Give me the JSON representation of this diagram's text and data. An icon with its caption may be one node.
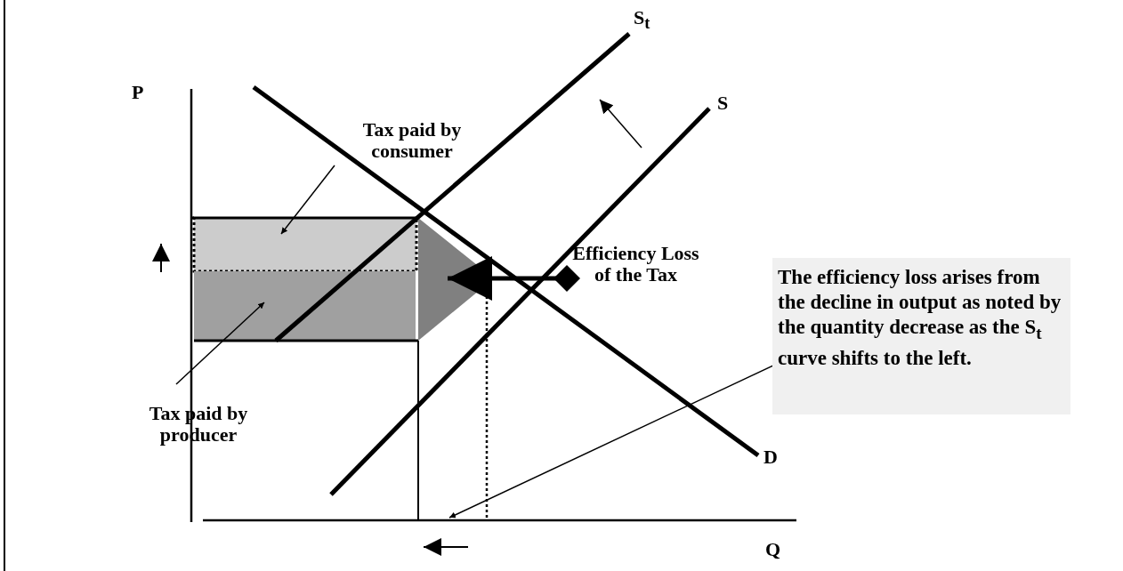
{
  "diagram": {
    "nodes": [
      {
        "text": [
          "Tax paid by consumer"
        ]
      },
      {
        "text": [],
        "shape": "box"
      },
      {
        "text": [
          "Tax paid by producer"
        ]
      },
      {
        "text": [],
        "shape": "box"
      },
      {
        "text": [
          "Efficiency Loss of the Tax"
        ]
      },
      {
        "text": [],
        "shape": "triangle"
      },
      {
        "text": [
          "The efficiency loss arises from the decline in output as noted by the quantity decrease as the S$_{t}$ curve shifts to the left."
        ]
      }
    ],
    "edges": [
      {
        "from": 0,
        "to": 1,
        "arrow": "to"
      },
      {
        "from": 2,
        "to": 3,
        "arrow": "to"
      },
      {
        "from": 4,
        "to": 5,
        "arrow": "to",
        "style": "thick"
      },
      {
        "from": 6,
        "to": null,
        "arrow": "to"
      }
    ],
    "labels": [
      "P",
      "S$_{t}$",
      "S",
      "D",
      "Q"
    ]
  }
}
